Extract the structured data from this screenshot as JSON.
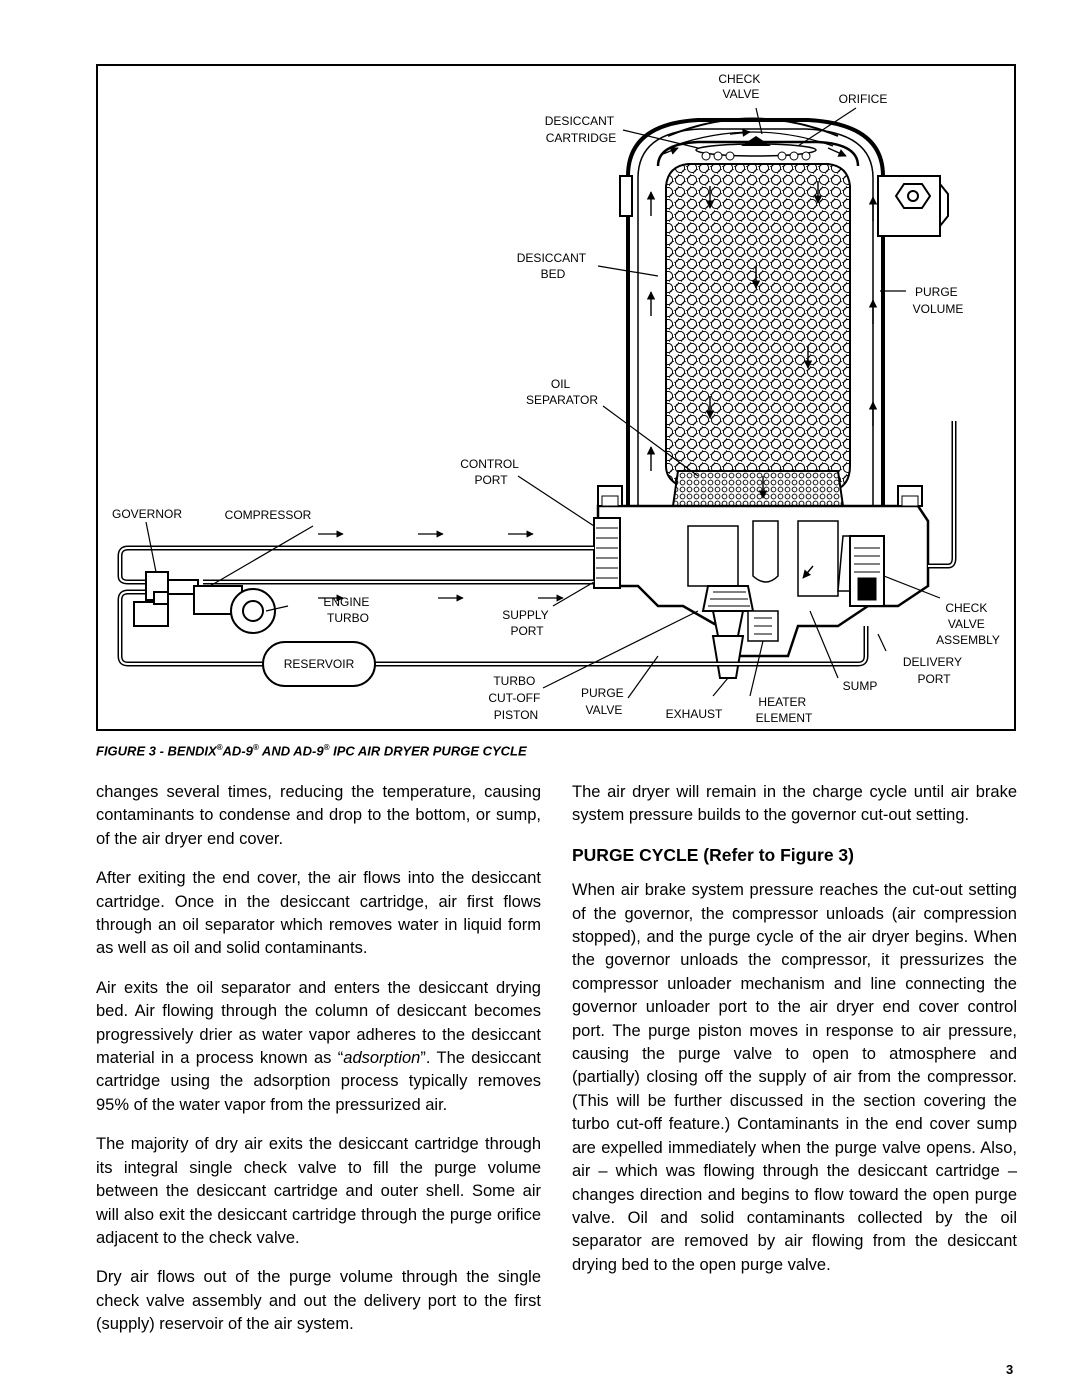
{
  "figure": {
    "labels": {
      "check_valve_top": [
        "CHECK",
        "VALVE"
      ],
      "orifice": [
        "ORIFICE"
      ],
      "desiccant_cartridge": [
        "DESICCANT",
        "CARTRIDGE"
      ],
      "desiccant_bed": [
        "DESICCANT",
        "BED"
      ],
      "purge_volume": [
        "PURGE",
        "VOLUME"
      ],
      "oil_separator": [
        "OIL",
        "SEPARATOR"
      ],
      "control_port": [
        "CONTROL",
        "PORT"
      ],
      "governor": [
        "GOVERNOR"
      ],
      "compressor": [
        "COMPRESSOR"
      ],
      "engine_turbo": [
        "ENGINE",
        "TURBO"
      ],
      "supply_port": [
        "SUPPLY",
        "PORT"
      ],
      "check_valve_assembly": [
        "CHECK",
        "VALVE",
        "ASSEMBLY"
      ],
      "reservoir": [
        "RESERVOIR"
      ],
      "delivery_port": [
        "DELIVERY",
        "PORT"
      ],
      "turbo_cutoff_piston": [
        "TURBO",
        "CUT-OFF",
        "PISTON"
      ],
      "purge_valve": [
        "PURGE",
        "VALVE"
      ],
      "sump": [
        "SUMP"
      ],
      "heater_element": [
        "HEATER",
        "ELEMENT"
      ],
      "exhaust": [
        "EXHAUST"
      ]
    },
    "caption": {
      "prefix": "FIGURE 3 - ",
      "brand": "BENDIX",
      "reg": "®",
      "model": "AD-9",
      "mid": " AND AD-9",
      "suffix": " IPC AIR DRYER PURGE CYCLE"
    }
  },
  "left_column": [
    "changes several times, reducing the temperature, causing contaminants to condense and drop to the bottom, or sump, of the air dryer end cover.",
    "After exiting the end cover, the air flows into the desiccant cartridge. Once in the desiccant cartridge, air first flows through an oil separator which removes water in liquid form as well as oil and solid contaminants.",
    {
      "before": "Air exits the oil separator and enters the desiccant drying bed. Air flowing through the column of desiccant becomes progressively drier as water vapor adheres to the desiccant material in a process known as “",
      "italic": "adsorption",
      "after": "”. The desiccant cartridge using the adsorption process typically removes 95% of the water vapor from the pressurized air."
    },
    "The majority of dry air exits the desiccant cartridge through its integral single check valve to fill the purge volume between the desiccant cartridge and outer shell. Some air will also exit the desiccant cartridge through the purge orifice adjacent to the check valve.",
    "Dry air flows out of the purge volume through the single check valve assembly and out the delivery port to the first (supply) reservoir of the air system."
  ],
  "right_column": {
    "intro": "The air dryer will remain in the charge cycle until air brake system pressure builds to the governor cut-out setting.",
    "heading": "PURGE CYCLE (Refer to Figure 3)",
    "body": "When air brake system pressure reaches the cut-out setting of the governor, the compressor unloads (air compression stopped), and the purge cycle of the air dryer begins. When the governor unloads the compressor, it pressurizes the compressor unloader mechanism and line connecting the governor unloader port to the air dryer end cover control port. The purge piston moves in response to air pressure, causing the purge valve to open to atmosphere and (partially) closing off the supply of air from the compressor. (This will be further discussed in the section covering the turbo cut-off feature.) Contaminants in the end cover sump are expelled immediately when the purge valve opens. Also, air – which was flowing through the desiccant cartridge – changes direction and begins to flow toward the open purge valve. Oil and solid contaminants collected by the oil separator are removed by air flowing from the desiccant drying bed to the open purge valve."
  },
  "page_number": "3"
}
